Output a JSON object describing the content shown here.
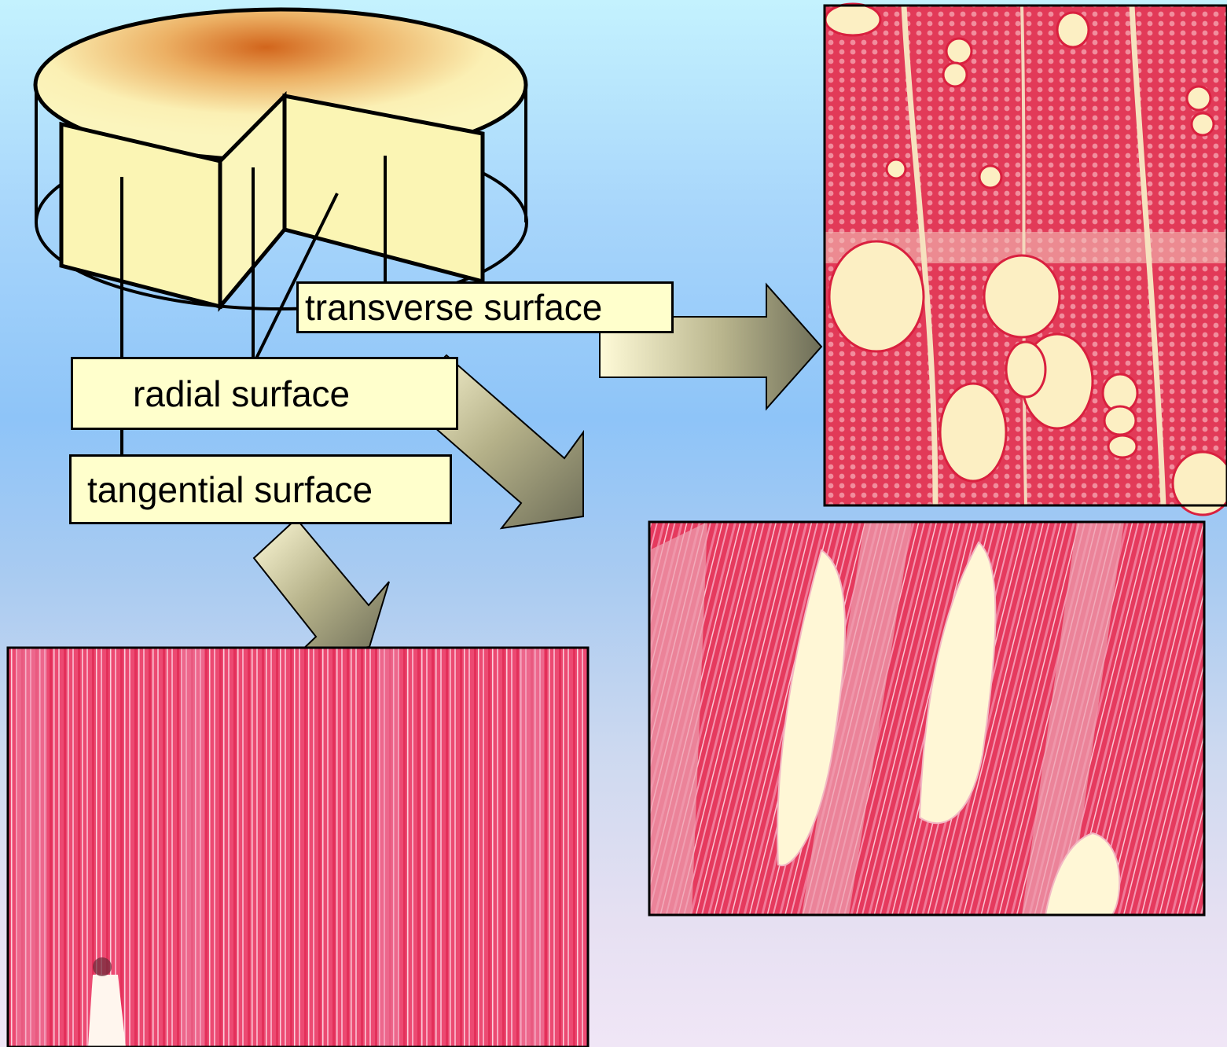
{
  "labels": {
    "transverse": "transverse surface",
    "radial": "radial surface",
    "tangential": "tangential surface"
  },
  "colors": {
    "label_fill": "#ffffcc",
    "wood_face": "#fbf5b4",
    "wood_top_center": "#d2651c",
    "arrow_dark": "#74745a",
    "arrow_light": "#fffbd8",
    "stain_red": "#e5395c",
    "stain_pink": "#ee7b9c",
    "vessel_cream": "#fff8d6"
  },
  "micrographs": [
    {
      "name": "transverse-section-micrograph"
    },
    {
      "name": "radial-section-micrograph"
    },
    {
      "name": "tangential-section-micrograph"
    }
  ]
}
